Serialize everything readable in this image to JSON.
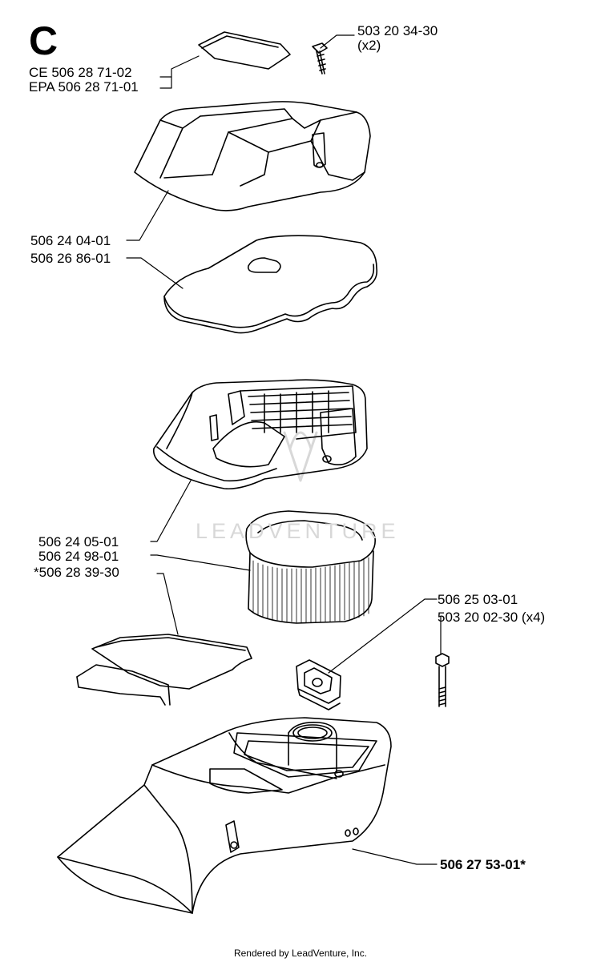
{
  "section_letter": "C",
  "watermark_text": "LEADVENTURE",
  "footer_text": "Rendered by LeadVenture, Inc.",
  "labels": {
    "filter_cover_ce": "CE   506 28 71-02",
    "filter_cover_epa": "EPA  506 28 71-01",
    "screw_top_part": "503 20 34-30",
    "screw_top_qty": "(x2)",
    "top_cover": "506 24 04-01",
    "foam_filter": "506 26 86-01",
    "filter_housing": "506 24 05-01",
    "paper_filter": "506 24 98-01",
    "gasket": "*506 28 39-30",
    "rubber_bushing": "506 25 03-01",
    "bolt_part": "503 20 02-30 (x4)",
    "bottom_cover": "506 27 53-01*"
  },
  "colors": {
    "line": "#000000",
    "watermark": "#d8d8d8"
  }
}
